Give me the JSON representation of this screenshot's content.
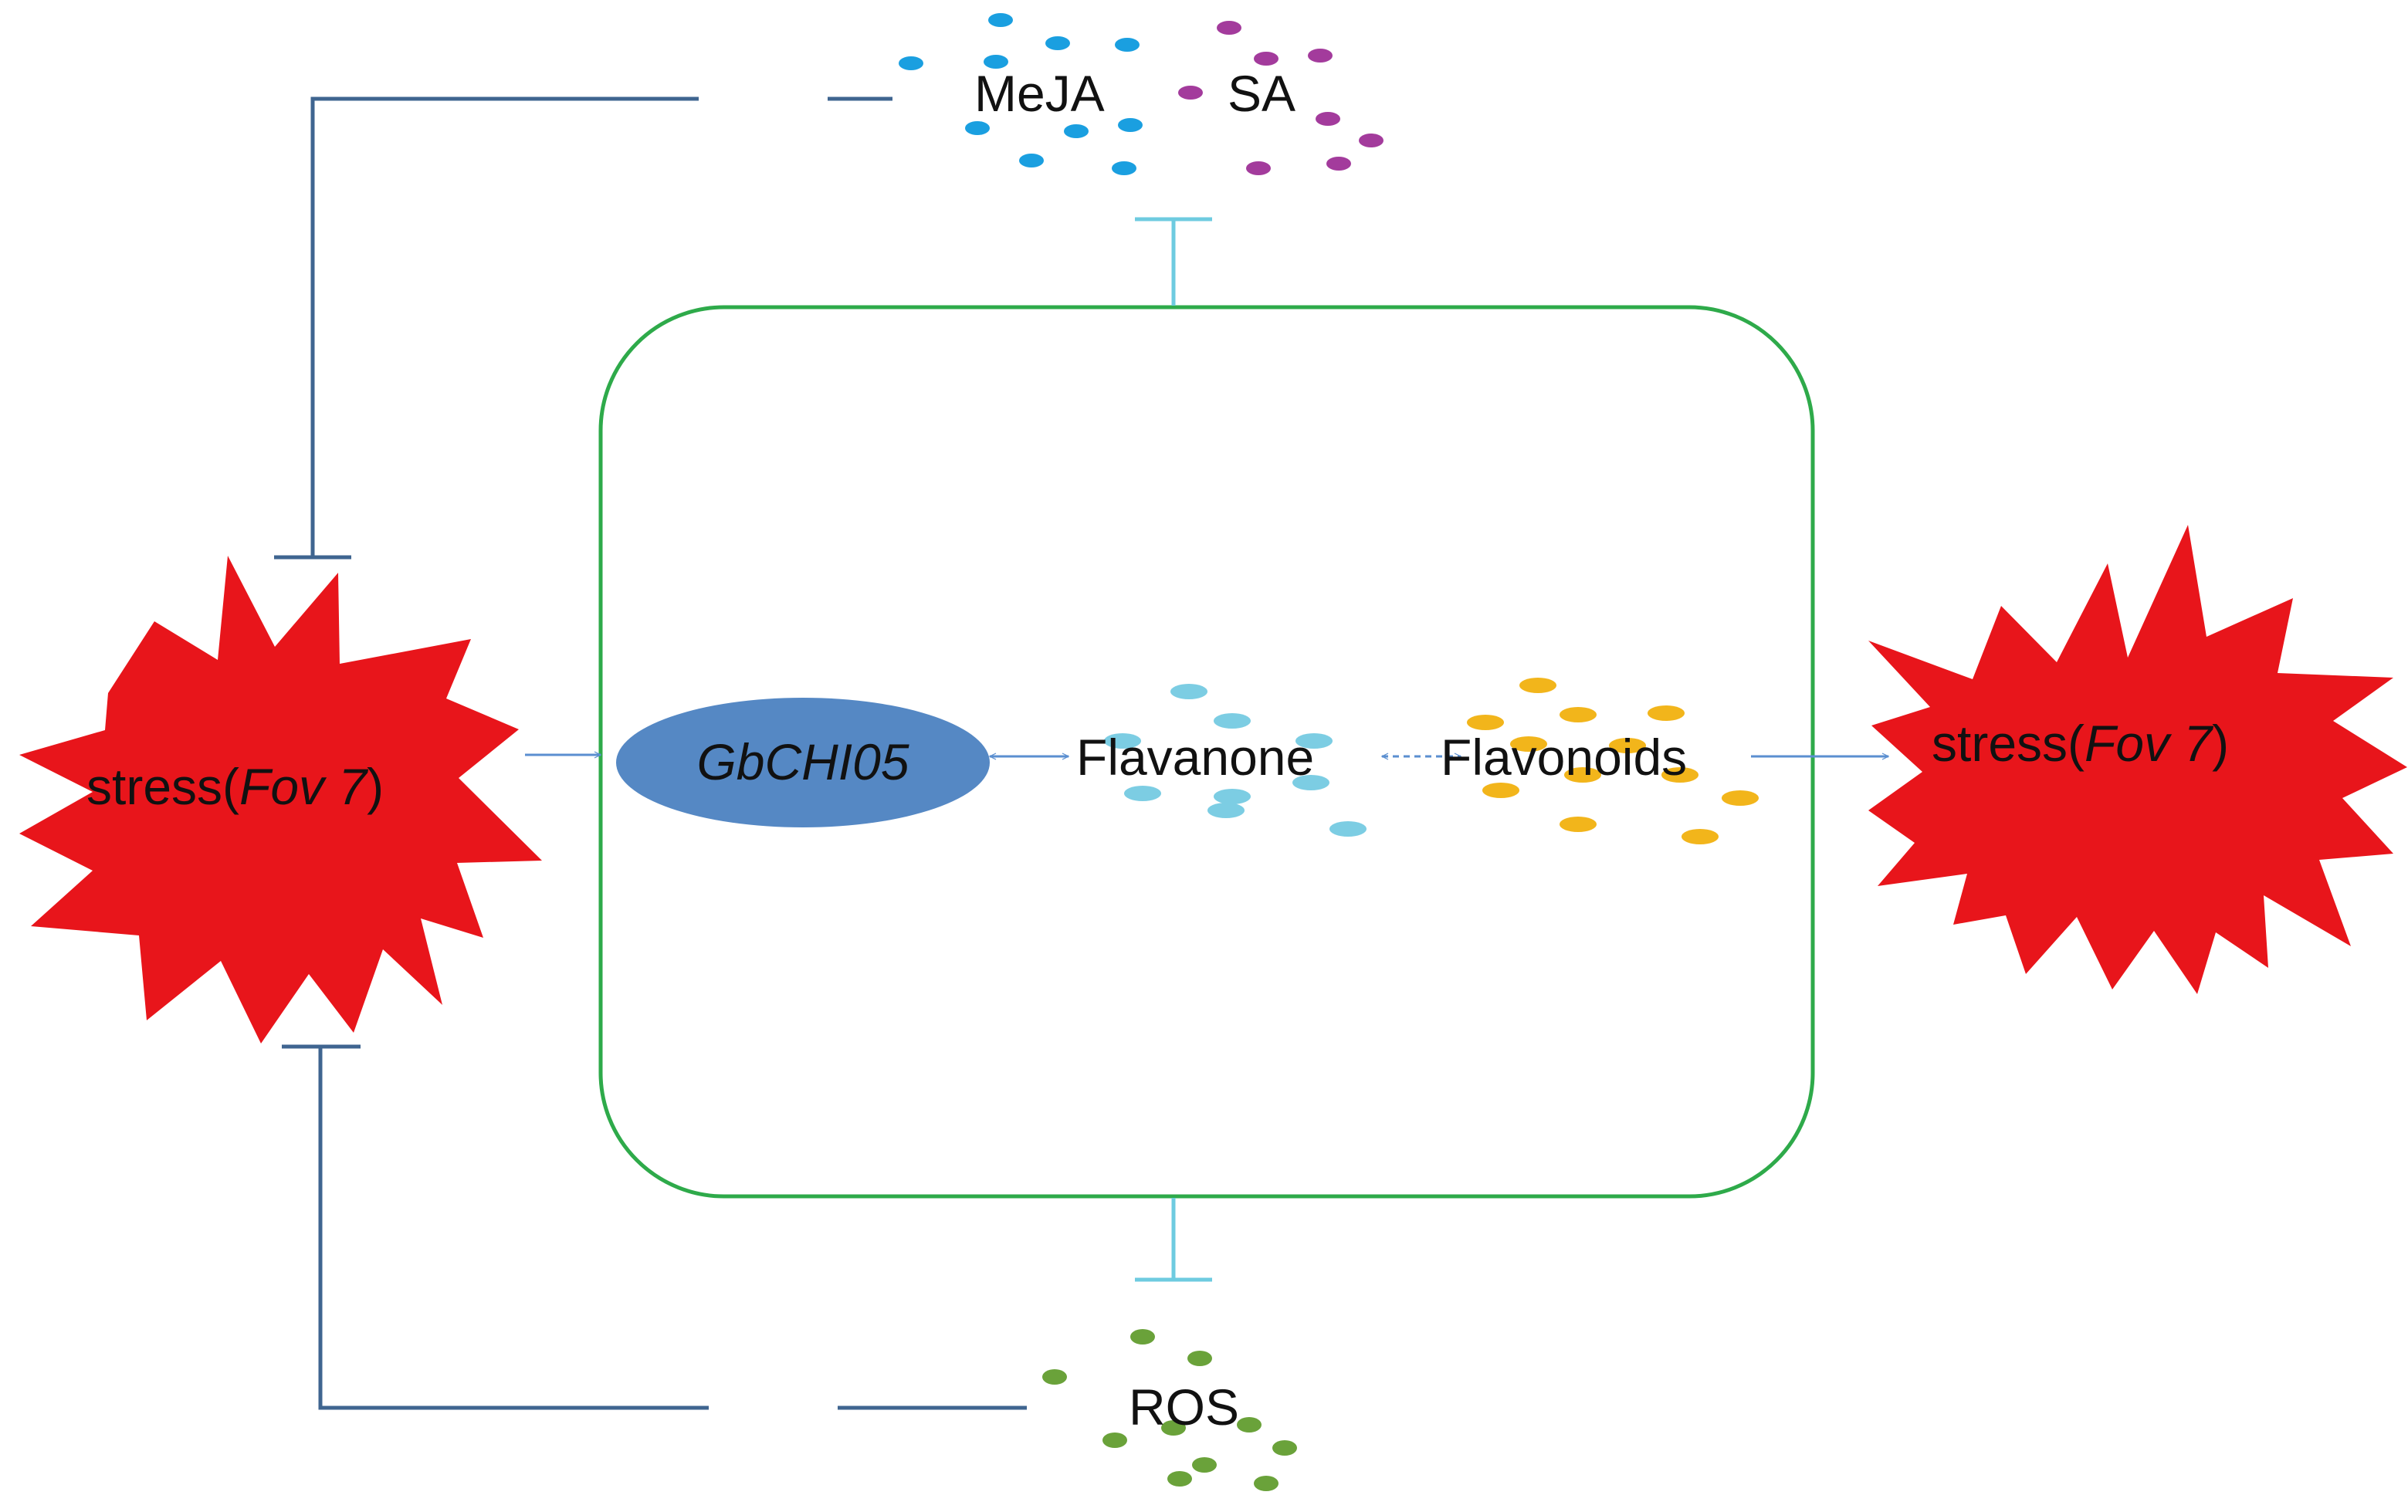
{
  "labels": {
    "meja": "MeJA",
    "sa": "SA",
    "ros": "ROS",
    "gene": "GbCHI05",
    "flavanone": "Flavanone",
    "flavonoids": "Flavonoids"
  },
  "stress_left": {
    "prefix": "stress(",
    "italic": "Fov 7",
    "suffix": ")"
  },
  "stress_right": {
    "prefix": "stress(",
    "italic": "Fov 7",
    "suffix": ")"
  },
  "colors": {
    "cell_border": "#2eaa4a",
    "stress_fill": "#e8151b",
    "gene_fill": "#5588c4",
    "meja_dots": "#1a9fe0",
    "sa_dots": "#a33b9c",
    "ros_dots": "#6aa23a",
    "flavanone_dots": "#7ccde3",
    "flavonoid_dots": "#f2b51b",
    "outer_inhibit_lines": "#3f6590",
    "inner_inhibit_lines": "#6ecbe0",
    "arrows": "#5b8fd0"
  },
  "icons": [
    "stress-burst-icon",
    "inhibition-bar-icon",
    "arrow-icon",
    "molecule-dot-icon"
  ]
}
